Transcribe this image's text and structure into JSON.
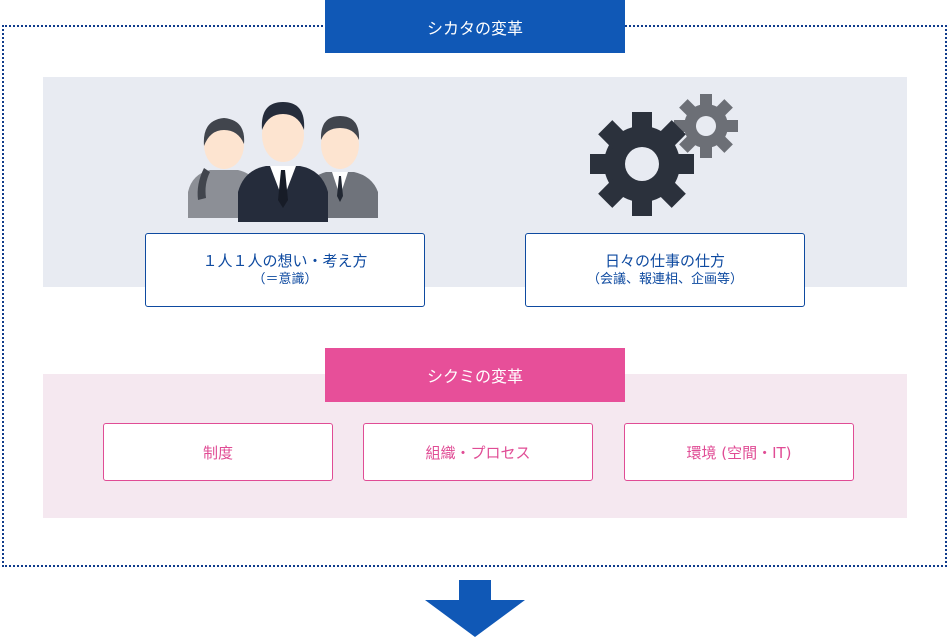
{
  "shikata": {
    "title": "シカタの変革",
    "people_box": {
      "main": "１人１人の想い・考え方",
      "sub": "（＝意識）",
      "icon": "people-icon"
    },
    "work_box": {
      "main": "日々の仕事の仕方",
      "sub": "（会議、報連相、企画等）",
      "icon": "gears-icon"
    }
  },
  "shikumi": {
    "title": "シクミの変革",
    "items": [
      {
        "label": "制度"
      },
      {
        "label": "組織・プロセス"
      },
      {
        "label": "環境 (空間・IT)"
      }
    ]
  },
  "colors": {
    "navy": "#1058b6",
    "pink": "#e74f99",
    "shikata_bg": "#e8ebf2",
    "shikumi_bg": "#f5e8f0"
  },
  "arrow_icon": "arrow-down-icon"
}
